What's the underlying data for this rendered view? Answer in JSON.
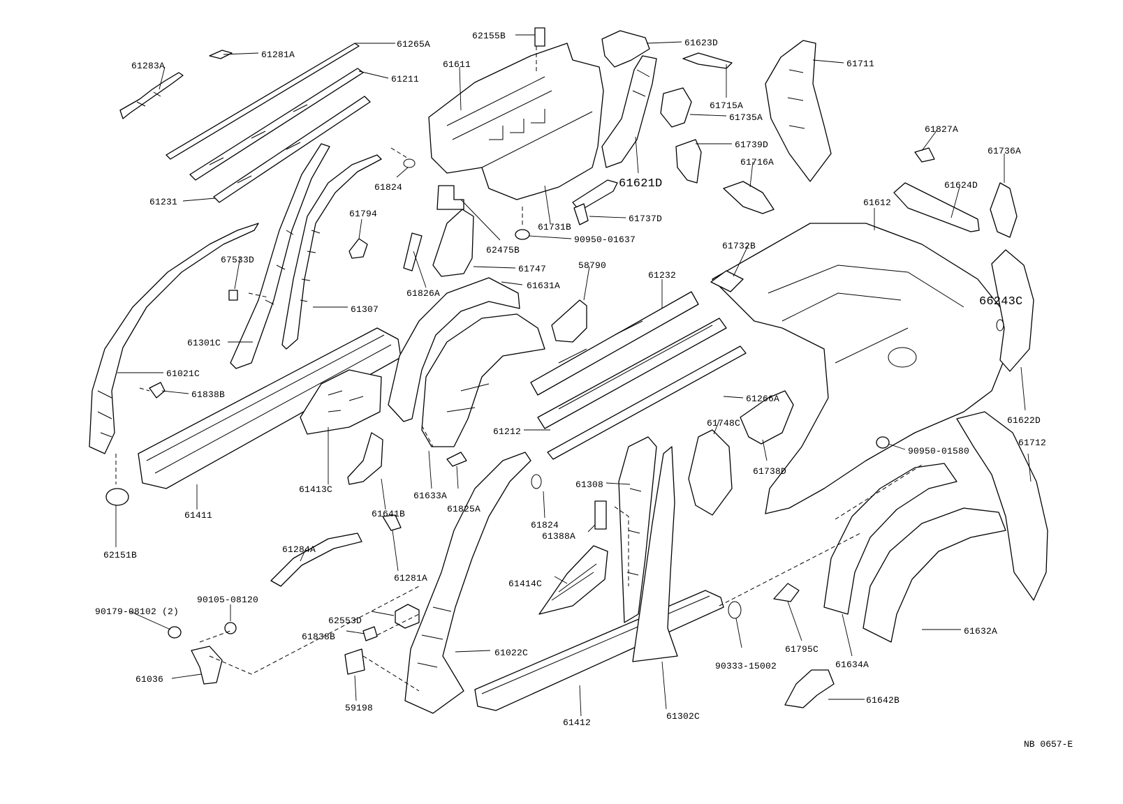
{
  "diagram": {
    "reference_code": "NB 0657-E",
    "parts": [
      {
        "id": "p61283A",
        "label": "61283A"
      },
      {
        "id": "p61281A_top",
        "label": "61281A"
      },
      {
        "id": "p61265A",
        "label": "61265A"
      },
      {
        "id": "p61211",
        "label": "61211"
      },
      {
        "id": "p61231",
        "label": "61231"
      },
      {
        "id": "p62155B",
        "label": "62155B"
      },
      {
        "id": "p61611",
        "label": "61611"
      },
      {
        "id": "p61623D",
        "label": "61623D"
      },
      {
        "id": "p61711",
        "label": "61711"
      },
      {
        "id": "p61715A",
        "label": "61715A"
      },
      {
        "id": "p61735A",
        "label": "61735A"
      },
      {
        "id": "p61739D",
        "label": "61739D"
      },
      {
        "id": "p61716A",
        "label": "61716A"
      },
      {
        "id": "p61827A",
        "label": "61827A"
      },
      {
        "id": "p61736A",
        "label": "61736A"
      },
      {
        "id": "p61624D",
        "label": "61624D"
      },
      {
        "id": "p61621D",
        "label": "61621D"
      },
      {
        "id": "p61824_top",
        "label": "61824"
      },
      {
        "id": "p61731B",
        "label": "61731B"
      },
      {
        "id": "p61737D",
        "label": "61737D"
      },
      {
        "id": "p90950_01637",
        "label": "90950-01637"
      },
      {
        "id": "p61794",
        "label": "61794"
      },
      {
        "id": "p62475B",
        "label": "62475B"
      },
      {
        "id": "p67533D",
        "label": "67533D"
      },
      {
        "id": "p61747",
        "label": "61747"
      },
      {
        "id": "p61826A",
        "label": "61826A"
      },
      {
        "id": "p61631A",
        "label": "61631A"
      },
      {
        "id": "p58790",
        "label": "58790"
      },
      {
        "id": "p61232",
        "label": "61232"
      },
      {
        "id": "p61732B",
        "label": "61732B"
      },
      {
        "id": "p61612",
        "label": "61612"
      },
      {
        "id": "p66243C",
        "label": "66243C"
      },
      {
        "id": "p61307",
        "label": "61307"
      },
      {
        "id": "p61301C",
        "label": "61301C"
      },
      {
        "id": "p61021C",
        "label": "61021C"
      },
      {
        "id": "p61838B",
        "label": "61838B"
      },
      {
        "id": "p61266A",
        "label": "61266A"
      },
      {
        "id": "p61748C",
        "label": "61748C"
      },
      {
        "id": "p61622D",
        "label": "61622D"
      },
      {
        "id": "p61212",
        "label": "61212"
      },
      {
        "id": "p61738D",
        "label": "61738D"
      },
      {
        "id": "p90950_01580",
        "label": "90950-01580"
      },
      {
        "id": "p61712",
        "label": "61712"
      },
      {
        "id": "p61413C",
        "label": "61413C"
      },
      {
        "id": "p61411",
        "label": "61411"
      },
      {
        "id": "p61641B",
        "label": "61641B"
      },
      {
        "id": "p61633A",
        "label": "61633A"
      },
      {
        "id": "p61825A",
        "label": "61825A"
      },
      {
        "id": "p61308",
        "label": "61308"
      },
      {
        "id": "p61824_mid",
        "label": "61824"
      },
      {
        "id": "p61388A",
        "label": "61388A"
      },
      {
        "id": "p62151B",
        "label": "62151B"
      },
      {
        "id": "p61284A",
        "label": "61284A"
      },
      {
        "id": "p61281A_mid",
        "label": "61281A"
      },
      {
        "id": "p61414C",
        "label": "61414C"
      },
      {
        "id": "p90179_08102",
        "label": "90179-08102 (2)"
      },
      {
        "id": "p90105_08120",
        "label": "90105-08120"
      },
      {
        "id": "p62553D",
        "label": "62553D"
      },
      {
        "id": "p61838B_low",
        "label": "61838B"
      },
      {
        "id": "p61022C",
        "label": "61022C"
      },
      {
        "id": "p61632A",
        "label": "61632A"
      },
      {
        "id": "p61795C",
        "label": "61795C"
      },
      {
        "id": "p61634A",
        "label": "61634A"
      },
      {
        "id": "p61036",
        "label": "61036"
      },
      {
        "id": "p90333_15002",
        "label": "90333-15002"
      },
      {
        "id": "p59198",
        "label": "59198"
      },
      {
        "id": "p61412",
        "label": "61412"
      },
      {
        "id": "p61302C",
        "label": "61302C"
      },
      {
        "id": "p61642B",
        "label": "61642B"
      }
    ]
  }
}
